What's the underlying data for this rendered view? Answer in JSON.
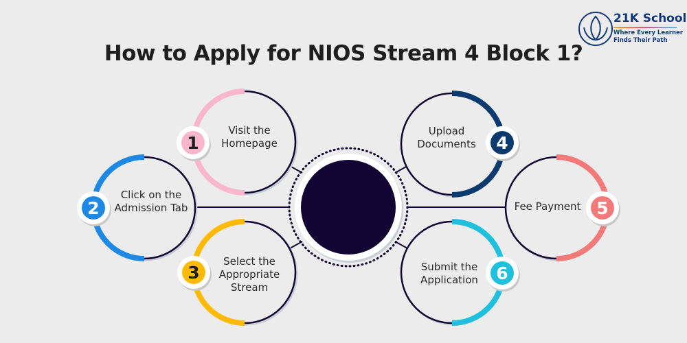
{
  "title": "How to Apply for NIOS Stream 4 Block 1?",
  "logo": {
    "name": "21K School",
    "tagline_1": "Where Every Learner",
    "tagline_2": "Finds Their Path"
  },
  "steps": [
    {
      "number": "1",
      "label": "Visit the Homepage",
      "color": "#f9b6cc"
    },
    {
      "number": "2",
      "label": "Click on the Admission Tab",
      "color": "#1e88e5"
    },
    {
      "number": "3",
      "label": "Select the Appropriate Stream",
      "color": "#ffba08"
    },
    {
      "number": "4",
      "label": "Upload Documents",
      "color": "#0b3a6e"
    },
    {
      "number": "5",
      "label": "Fee Payment",
      "color": "#f47a7a"
    },
    {
      "number": "6",
      "label": "Submit the Application",
      "color": "#1fc0dd"
    }
  ],
  "colors": {
    "center": "#120533",
    "outline": "#120533"
  }
}
